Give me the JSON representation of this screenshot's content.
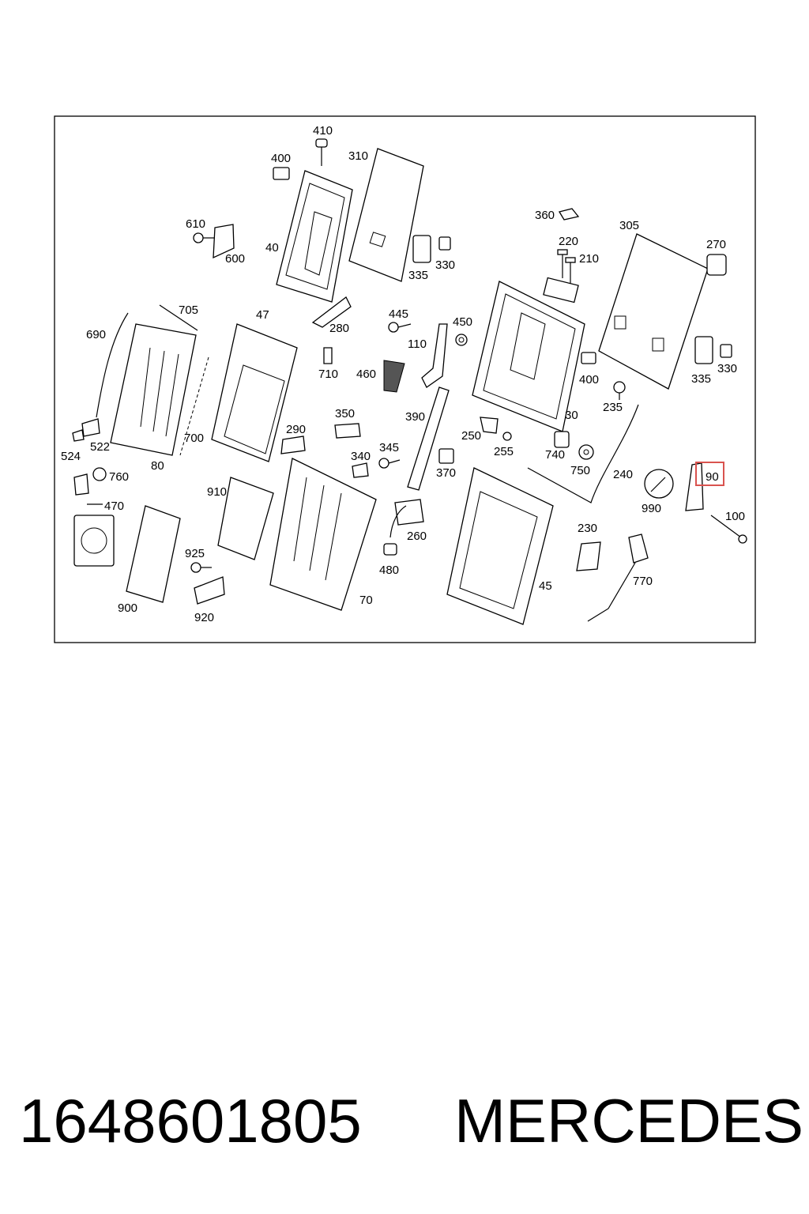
{
  "diagram": {
    "callouts": {
      "c410": "410",
      "c400a": "400",
      "c310": "310",
      "c40": "40",
      "c335a": "335",
      "c330a": "330",
      "c610": "610",
      "c600": "600",
      "c360": "360",
      "c305": "305",
      "c270": "270",
      "c220": "220",
      "c210": "210",
      "c705": "705",
      "c690": "690",
      "c47": "47",
      "c280": "280",
      "c445": "445",
      "c450": "450",
      "c110": "110",
      "c710": "710",
      "c460": "460",
      "c400b": "400",
      "c335b": "335",
      "c330b": "330",
      "c235": "235",
      "c30": "30",
      "c390": "390",
      "c250": "250",
      "c255": "255",
      "c740": "740",
      "c750": "750",
      "c240": "240",
      "c524": "524",
      "c522": "522",
      "c80": "80",
      "c700": "700",
      "c290": "290",
      "c350": "350",
      "c345": "345",
      "c340": "340",
      "c370": "370",
      "c760": "760",
      "c470": "470",
      "c910": "910",
      "c990": "990",
      "c90": "90",
      "c100": "100",
      "c260": "260",
      "c230": "230",
      "c925": "925",
      "c480": "480",
      "c770": "770",
      "c45": "45",
      "c900": "900",
      "c920": "920",
      "c70": "70"
    },
    "highlight_color": "#d9534f"
  },
  "footer": {
    "part_number": "1648601805",
    "brand": "MERCEDES"
  }
}
